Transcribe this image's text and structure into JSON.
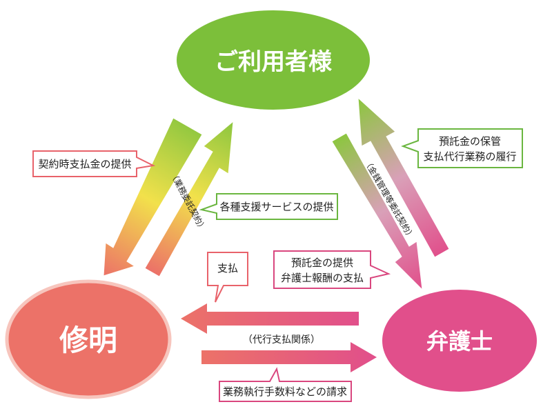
{
  "nodes": {
    "user": {
      "label": "ご利用者様",
      "color": "#7cbf3a"
    },
    "shumei": {
      "label": "修明",
      "color": "#ec7268",
      "stroke": "#f7c5bd"
    },
    "lawyer": {
      "label": "弁護士",
      "color": "#e14f8b"
    }
  },
  "callouts": {
    "contract_payment": "契約時支払金の提供",
    "support_services": "各種支援サービスの提供",
    "deposit_keep_line1": "預託金の保管",
    "deposit_keep_line2": "支払代行業務の履行",
    "deposit_provide_line1": "預託金の提供",
    "deposit_provide_line2": "弁護士報酬の支払",
    "payment": "支払",
    "fee_request": "業務執行手数料などの請求"
  },
  "relations": {
    "business_contract": "（業務委託契約）",
    "money_management_contract": "（金銭管理等委託契約）",
    "payment_agency": "（代行支払関係）"
  },
  "colors": {
    "callout_red": "#e8626a",
    "callout_green": "#6ab63f",
    "callout_pink": "#d9467e",
    "arrow_green": "#8cc63f",
    "arrow_yellow": "#f2e14b",
    "arrow_salmon": "#ec7268",
    "arrow_pink": "#e14f8b"
  }
}
